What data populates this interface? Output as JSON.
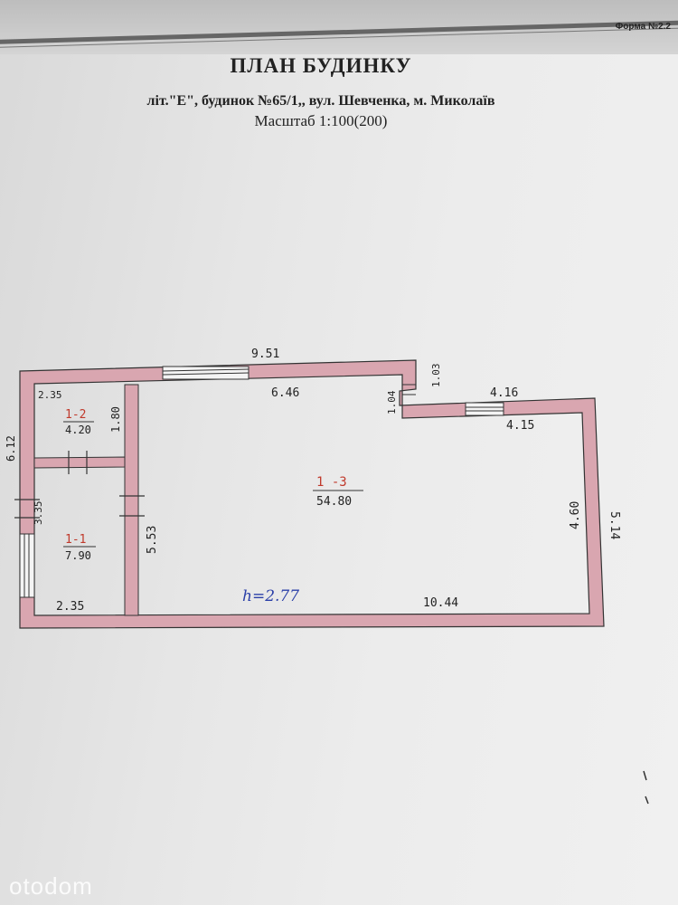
{
  "header": {
    "form_number": "Форма №2.2",
    "title": "ПЛАН БУДИНКУ",
    "subtitle": "літ.\"Е\", будинок №65/1,, вул. Шевченка, м. Миколаїв",
    "scale": "Масштаб 1:100(200)"
  },
  "plan": {
    "wall_color": "#d9a6b0",
    "line_color": "#333333",
    "ink_color": "#c0392b",
    "dims": {
      "top_total": "9.51",
      "top_inner": "6.46",
      "step_vertical": "1.03",
      "step_inner": "1.04",
      "right_top_outer": "4.16",
      "right_top_inner": "4.15",
      "right_outer": "5.14",
      "right_inner": "4.60",
      "left_outer": "6.12",
      "room12_width": "2.35",
      "room12_height": "1.80",
      "room11_height": "3.35",
      "partition_height": "5.53",
      "bottom_left": "2.35",
      "bottom_right": "10.44"
    },
    "rooms": [
      {
        "id": "1-2",
        "area": "4.20"
      },
      {
        "id": "1-1",
        "area": "7.90"
      },
      {
        "id": "1 -3",
        "area": "54.80"
      }
    ],
    "height_note": "h=2.77"
  },
  "watermark": "otodom"
}
